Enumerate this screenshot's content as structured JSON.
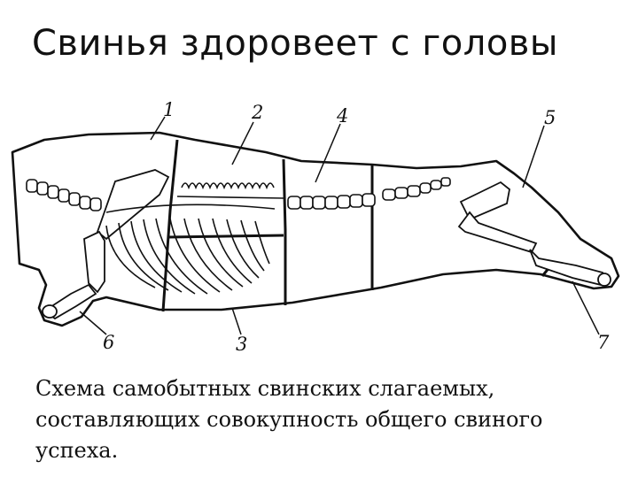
{
  "title": "Свинья здоровеет с головы",
  "diagram": {
    "labels": [
      "1",
      "2",
      "3",
      "4",
      "5",
      "6",
      "7"
    ]
  },
  "caption": {
    "lines": [
      "Схема самобытных свинских слагаемых,",
      "составляющих совокупность общего свиного",
      "успеха."
    ]
  }
}
